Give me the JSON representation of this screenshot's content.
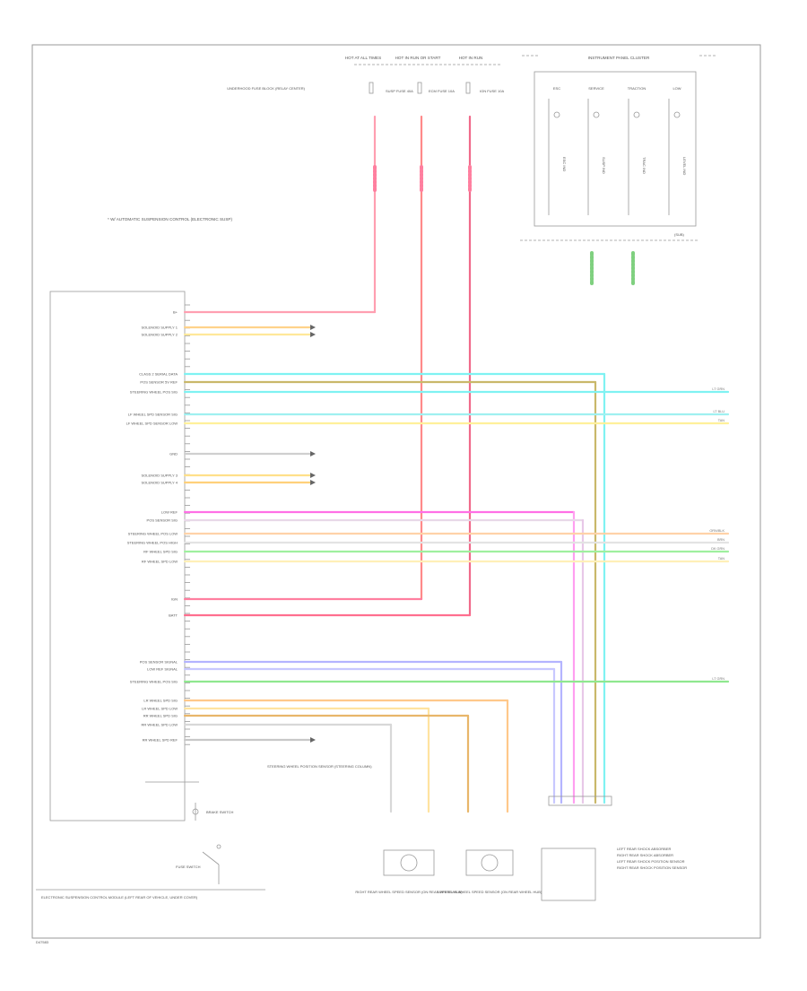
{
  "diagram": {
    "page_code": "D47583",
    "power_sources": [
      {
        "top": "HOT AT ALL TIMES",
        "fuse": "SUSP FUSE 40A"
      },
      {
        "top": "HOT IN RUN OR START",
        "fuse": "ECM FUSE 10A"
      },
      {
        "top": "HOT IN RUN",
        "fuse": "IGN FUSE 10A"
      }
    ],
    "underhood_label": "UNDERHOOD FUSE BLOCK (RELAY CENTER)",
    "ipc_title": "INSTRUMENT PANEL CLUSTER",
    "ipc_cells": [
      {
        "top": "ESC",
        "bottom": "ESC IND"
      },
      {
        "top": "SERVICE",
        "bottom": "SUSP IND"
      },
      {
        "top": "TRACTION",
        "bottom": "TRAC IND"
      },
      {
        "top": "LOW",
        "bottom": "LEVEL IND"
      }
    ],
    "ipc_sub": "(SUB)",
    "engine_note": "* W/ AUTOMATIC SUSPENSION CONTROL (ELECTRONIC SUSP)",
    "module_label": "ELECTRONIC SUSPENSION CONTROL MODULE (LEFT REAR OF VEHICLE, UNDER COVER)",
    "left_pin_labels": [
      "B+",
      "SOLENOID SUPPLY 1",
      "SOLENOID SUPPLY 2",
      "CLASS 2 SERIAL DATA",
      "POS SENSOR 5V REF",
      "STEERING WHEEL POS SIG",
      "LF WHEEL SPD SENSOR SIG",
      "LF WHEEL SPD SENSOR LOW",
      "GND",
      "SOLENOID SUPPLY 3",
      "SOLENOID SUPPLY 4",
      "LOW REF",
      "POS SENSOR SIG",
      "STEERING WHEEL POS LOW",
      "STEERING WHEEL POS HIGH",
      "RF WHEEL SPD SIG",
      "RF WHEEL SPD LOW",
      "IGN",
      "BATT",
      "POS SENSOR SIGNAL",
      "LOW REF SIGNAL",
      "STEERING WHEEL POS SIG",
      "LR WHEEL SPD SIG",
      "LR WHEEL SPD LOW",
      "RR WHEEL SPD SIG",
      "RR WHEEL SPD LOW",
      "RR WHEEL SPD REF"
    ],
    "right_connectors": [
      "LEFT REAR SHOCK ABSORBER",
      "RIGHT REAR SHOCK ABSORBER",
      "LEFT REAR SHOCK POSITION SENSOR",
      "RIGHT REAR SHOCK POSITION SENSOR"
    ],
    "bottom_components": [
      {
        "label": "RIGHT REAR WHEEL SPEED SENSOR (ON REAR WHEEL HUB)"
      },
      {
        "label": "LEFT REAR WHEEL SPEED SENSOR (ON REAR WHEEL HUB)"
      }
    ],
    "steering_block_label": "STEERING WHEEL POSITION SENSOR (STEERING COLUMN)",
    "brake_switch": "BRAKE SWITCH",
    "fuse_switch": "FUSE SWITCH",
    "right_edge_tags": [
      "LT GRN",
      "LT BLU",
      "TAN",
      "ORN/BLK",
      "BRN",
      "DK GRN",
      "TAN",
      "LT GRN"
    ]
  }
}
